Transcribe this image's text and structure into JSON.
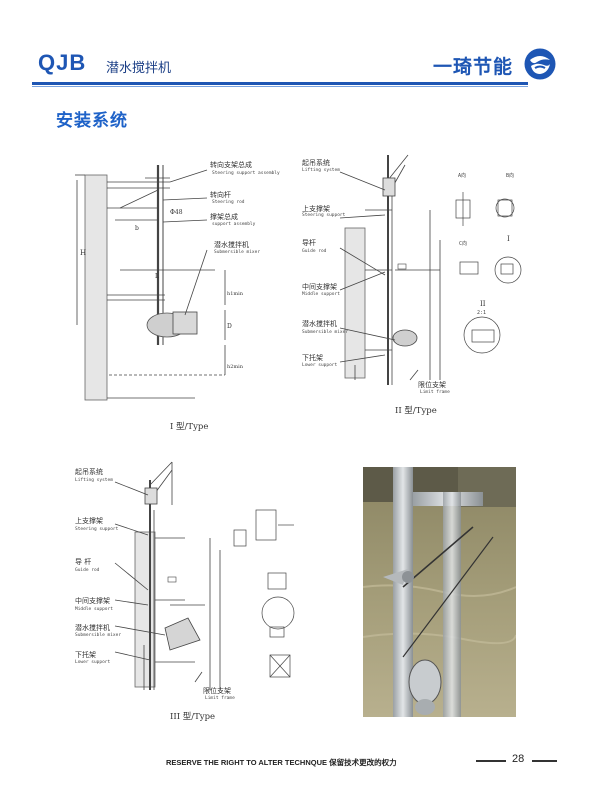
{
  "header": {
    "model": "QJB",
    "title": "潜水搅拌机",
    "brand": "一琦节能"
  },
  "section_title": "安装系统",
  "type1": {
    "labels": [
      {
        "cn": "转向支架总成",
        "en": "Steering support assembly"
      },
      {
        "cn": "转向杆",
        "en": "Steering rod"
      },
      {
        "cn": "撑架总成",
        "en": "support assembly"
      },
      {
        "cn": "潜水搅拌机",
        "en": "Submersible mixer"
      }
    ],
    "dims": {
      "dia": "Φ48",
      "H": "H",
      "b": "b",
      "L": "L",
      "D": "D",
      "h1": "h1min",
      "h2": "h2min"
    },
    "caption": "I 型/Type"
  },
  "type2": {
    "labels": [
      {
        "cn": "起吊系统",
        "en": "Lifting system"
      },
      {
        "cn": "上支撑架",
        "en": "Steering support"
      },
      {
        "cn": "导杆",
        "en": "Guide rod"
      },
      {
        "cn": "中间支撑架",
        "en": "Middle support"
      },
      {
        "cn": "潜水搅拌机",
        "en": "Submersible mixer"
      },
      {
        "cn": "下托架",
        "en": "Lower support"
      },
      {
        "cn": "限位支架",
        "en": "Limit frame"
      }
    ],
    "details": {
      "a": "A向",
      "b": "B向",
      "c": "C向",
      "i": "I",
      "ii": "II",
      "scale": "2:1"
    },
    "caption": "II 型/Type"
  },
  "type3": {
    "labels": [
      {
        "cn": "起吊系统",
        "en": "Lifting system"
      },
      {
        "cn": "上支撑架",
        "en": "Steering support"
      },
      {
        "cn": "导 杆",
        "en": "Guide rod"
      },
      {
        "cn": "中间支撑架",
        "en": "Middle support"
      },
      {
        "cn": "潜水搅拌机",
        "en": "Submersible mixer"
      },
      {
        "cn": "下托架",
        "en": "Lower support"
      },
      {
        "cn": "限位支架",
        "en": "Limit frame"
      }
    ],
    "caption": "III 型/Type"
  },
  "footer": {
    "text": "RESERVE THE RIGHT TO ALTER TECHNQUE 保留技术更改的权力",
    "page": "28"
  },
  "colors": {
    "brand_blue": "#1e56b4",
    "title_blue": "#1e62c8"
  }
}
